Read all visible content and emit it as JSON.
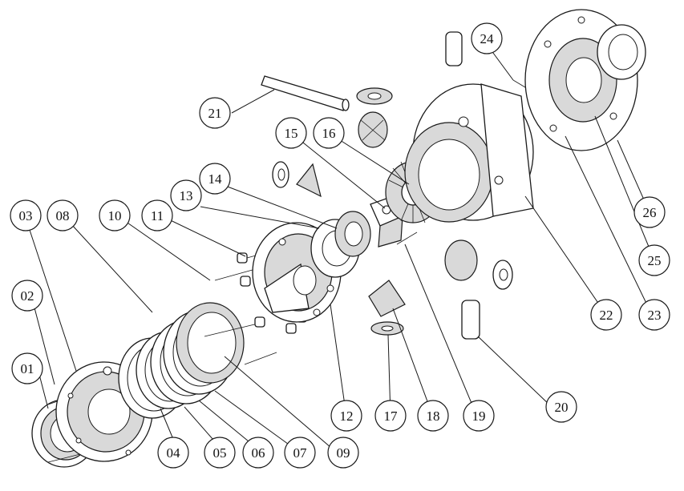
{
  "diagram": {
    "colors": {
      "line": "#1a1a1a",
      "shade": "#d9d9d9",
      "dark": "#9c9c9c",
      "background": "#ffffff"
    },
    "callouts": [
      {
        "id": "01"
      },
      {
        "id": "02"
      },
      {
        "id": "03"
      },
      {
        "id": "04"
      },
      {
        "id": "05"
      },
      {
        "id": "06"
      },
      {
        "id": "07"
      },
      {
        "id": "08"
      },
      {
        "id": "09"
      },
      {
        "id": "10"
      },
      {
        "id": "11"
      },
      {
        "id": "12"
      },
      {
        "id": "13"
      },
      {
        "id": "14"
      },
      {
        "id": "15"
      },
      {
        "id": "16"
      },
      {
        "id": "17"
      },
      {
        "id": "18"
      },
      {
        "id": "19"
      },
      {
        "id": "20"
      },
      {
        "id": "21"
      },
      {
        "id": "22"
      },
      {
        "id": "23"
      },
      {
        "id": "24"
      },
      {
        "id": "25"
      },
      {
        "id": "26"
      }
    ]
  }
}
